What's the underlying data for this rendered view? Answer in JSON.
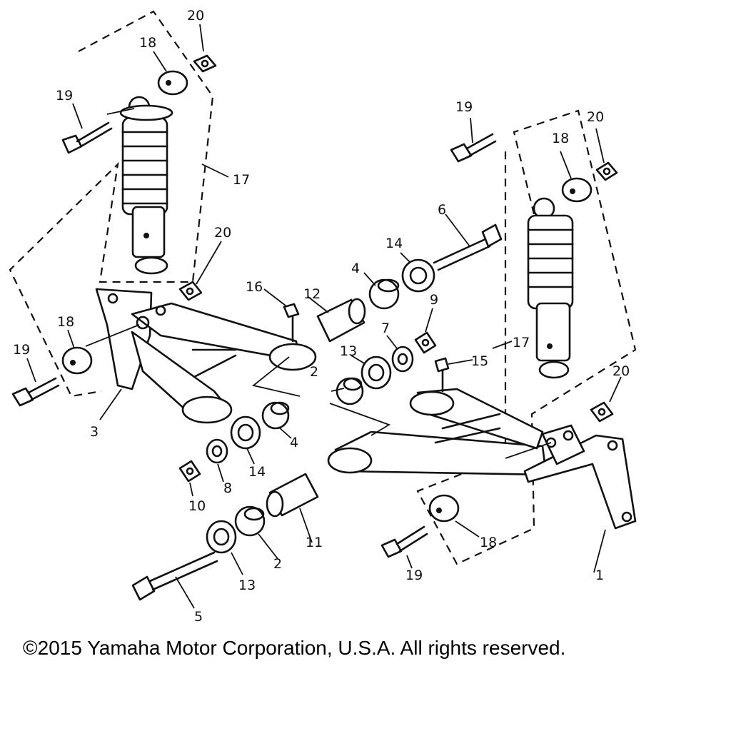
{
  "callouts": [
    {
      "id": "c-20-tl",
      "text": "20"
    },
    {
      "id": "c-18-tl",
      "text": "18"
    },
    {
      "id": "c-19-tl",
      "text": "19"
    },
    {
      "id": "c-17-l",
      "text": "17"
    },
    {
      "id": "c-20-ml",
      "text": "20"
    },
    {
      "id": "c-18-ml",
      "text": "18"
    },
    {
      "id": "c-19-ml",
      "text": "19"
    },
    {
      "id": "c-3",
      "text": "3"
    },
    {
      "id": "c-16",
      "text": "16"
    },
    {
      "id": "c-12",
      "text": "12"
    },
    {
      "id": "c-4-top",
      "text": "4"
    },
    {
      "id": "c-14-top",
      "text": "14"
    },
    {
      "id": "c-6",
      "text": "6"
    },
    {
      "id": "c-9",
      "text": "9"
    },
    {
      "id": "c-7",
      "text": "7"
    },
    {
      "id": "c-13-mid",
      "text": "13"
    },
    {
      "id": "c-2-mid",
      "text": "2"
    },
    {
      "id": "c-15",
      "text": "15"
    },
    {
      "id": "c-17-r",
      "text": "17"
    },
    {
      "id": "c-19-tr",
      "text": "19"
    },
    {
      "id": "c-20-tr",
      "text": "20"
    },
    {
      "id": "c-18-tr",
      "text": "18"
    },
    {
      "id": "c-20-r",
      "text": "20"
    },
    {
      "id": "c-4-low",
      "text": "4"
    },
    {
      "id": "c-14-low",
      "text": "14"
    },
    {
      "id": "c-8",
      "text": "8"
    },
    {
      "id": "c-10",
      "text": "10"
    },
    {
      "id": "c-11",
      "text": "11"
    },
    {
      "id": "c-2-low",
      "text": "2"
    },
    {
      "id": "c-13-low",
      "text": "13"
    },
    {
      "id": "c-5",
      "text": "5"
    },
    {
      "id": "c-18-br",
      "text": "18"
    },
    {
      "id": "c-19-br",
      "text": "19"
    },
    {
      "id": "c-1",
      "text": "1"
    }
  ],
  "copyright": "©2015 Yamaha Motor Corporation, U.S.A. All rights reserved."
}
